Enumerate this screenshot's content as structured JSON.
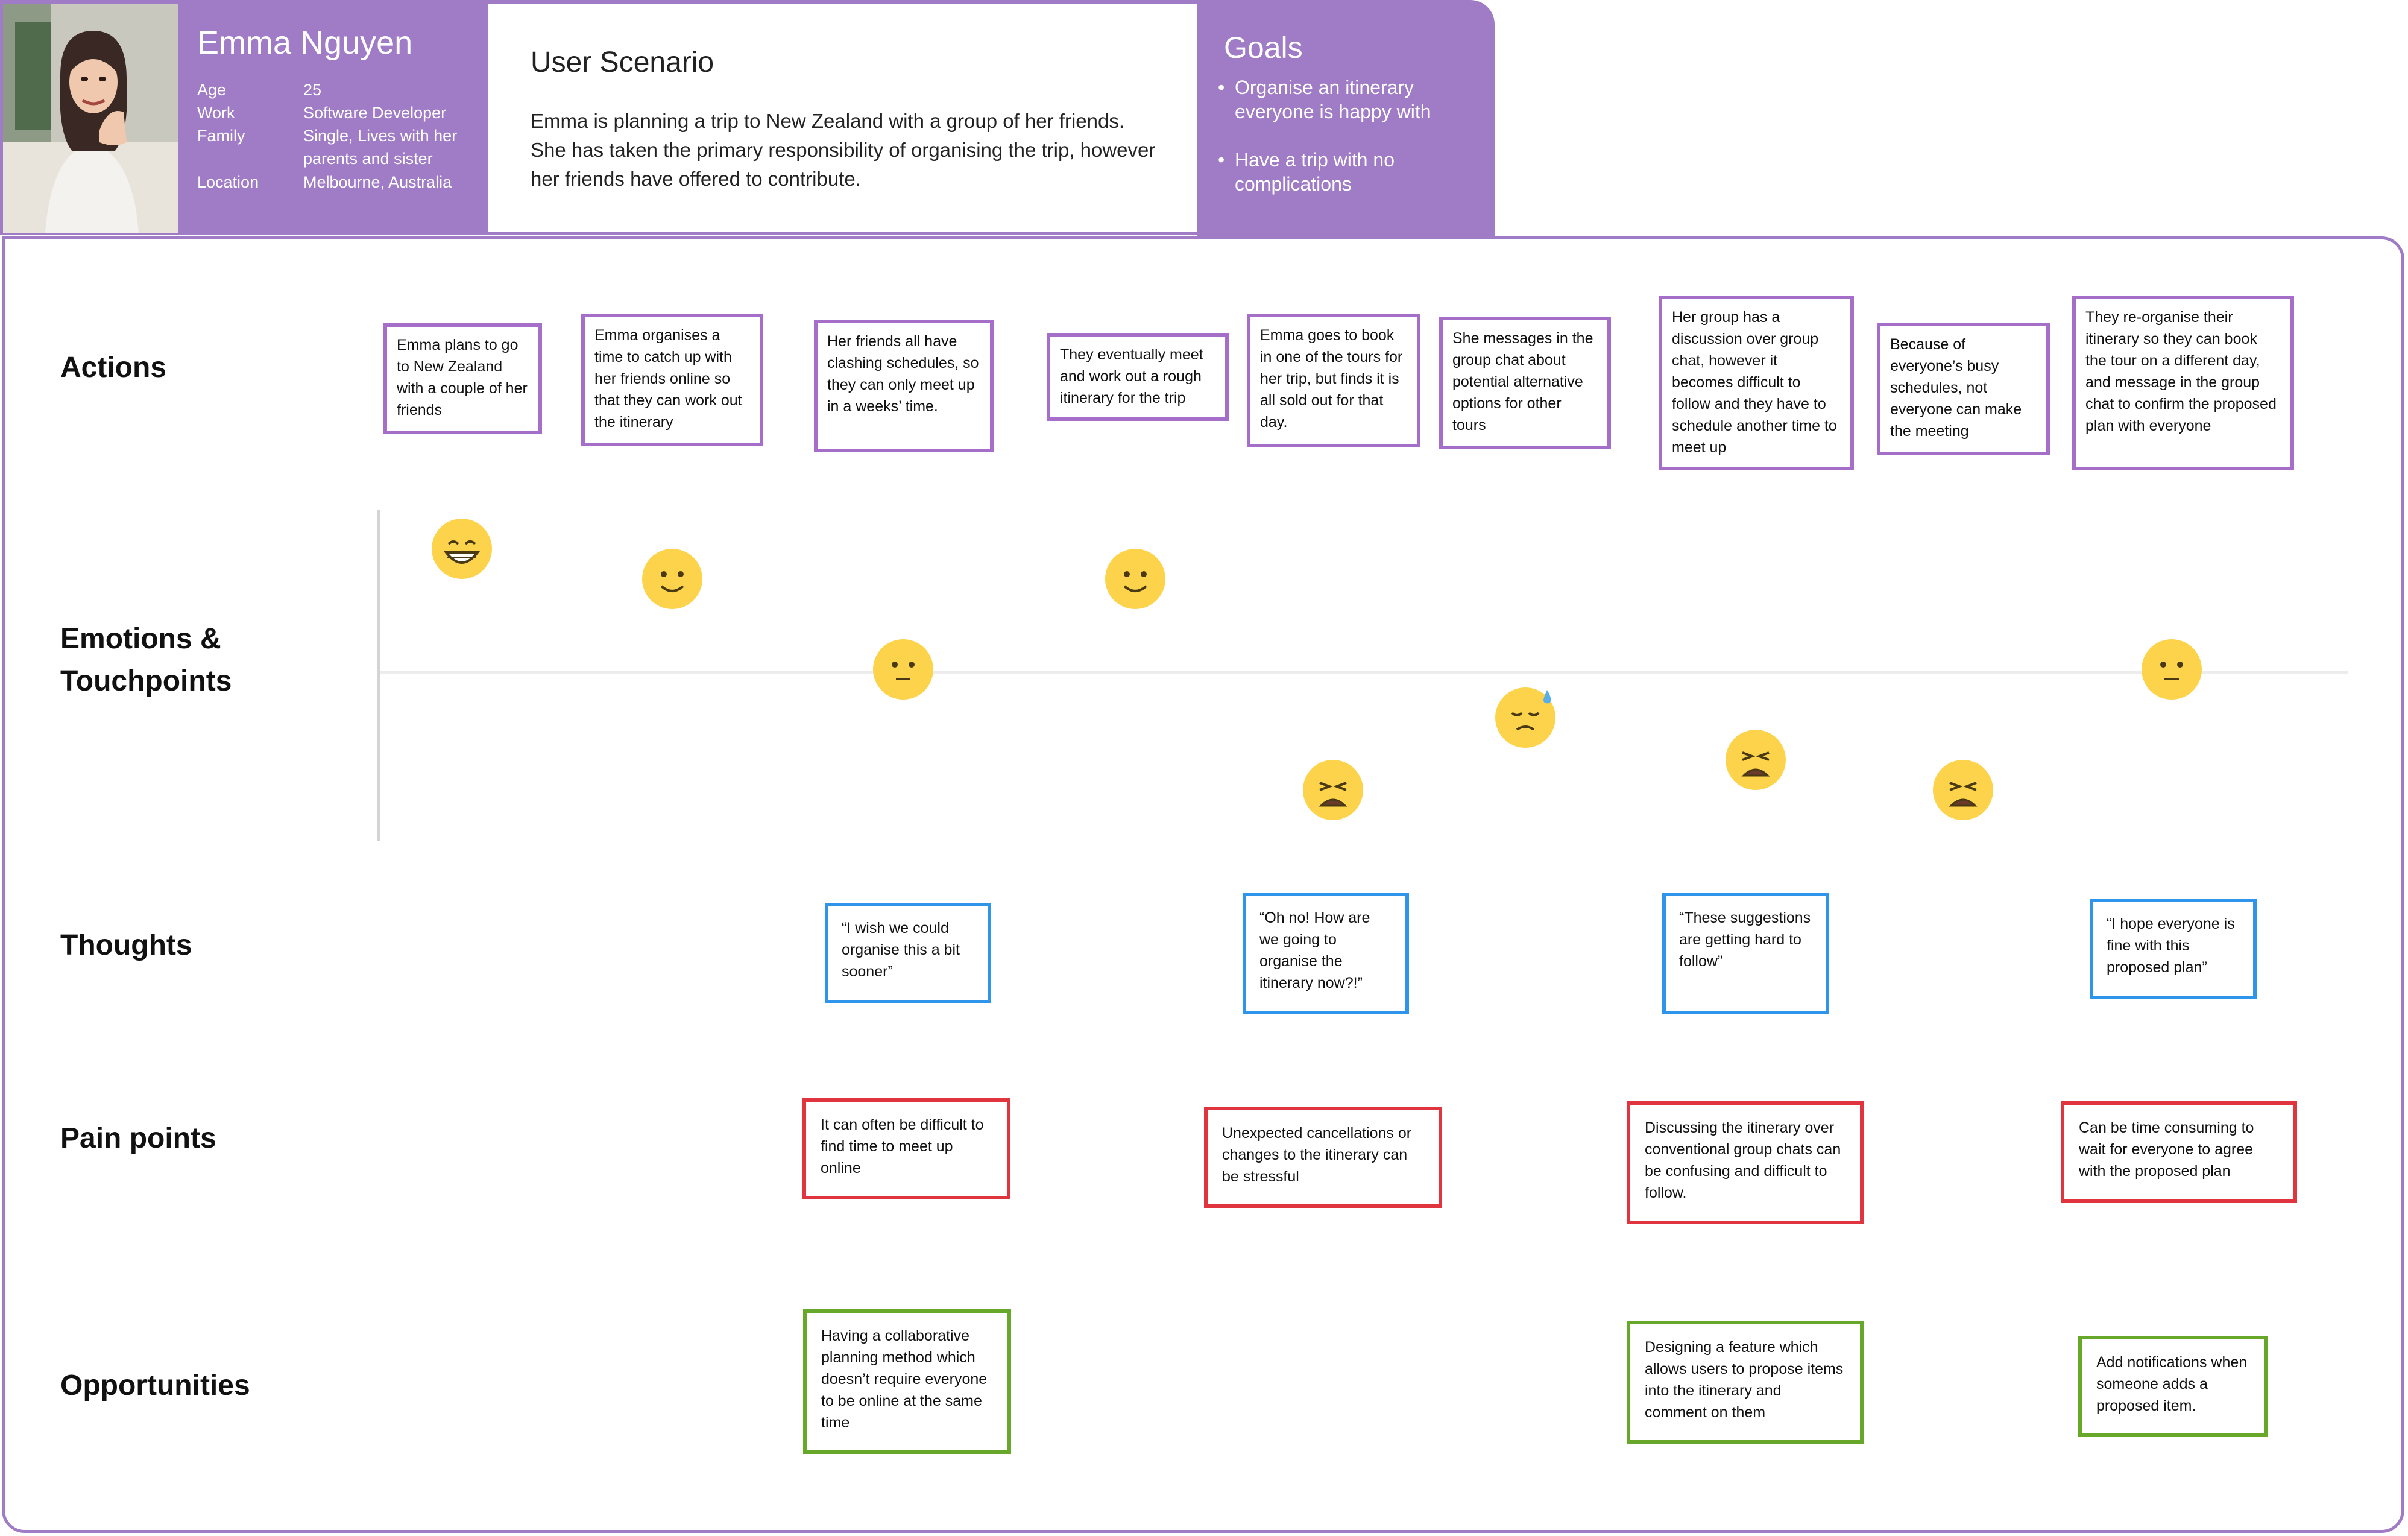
{
  "persona": {
    "name": "Emma Nguyen",
    "details": [
      {
        "key": "Age",
        "value": "25"
      },
      {
        "key": "Work",
        "value": "Software Developer"
      },
      {
        "key": "Family",
        "value": "Single, Lives with her parents and sister"
      },
      {
        "key": "Location",
        "value": "Melbourne, Australia"
      }
    ]
  },
  "scenario": {
    "title": "User Scenario",
    "text": "Emma is planning a trip to New Zealand with a group of her friends. She has taken the primary responsibility of organising the trip, however her friends have offered to contribute."
  },
  "goals": {
    "title": "Goals",
    "items": [
      "Organise an itinerary everyone is happy with",
      "Have a trip with no complications"
    ]
  },
  "rows": {
    "actions": "Actions",
    "emotions": "Emotions & Touchpoints",
    "thoughts": "Thoughts",
    "pain_points": "Pain points",
    "opportunities": "Opportunities"
  },
  "actions": [
    "Emma plans to go to New Zealand with a couple of her friends",
    "Emma organises a time to catch up with her friends online so that they can work out the itinerary",
    "Her friends all have clashing schedules, so they can only meet up in a weeks’ time.",
    "They eventually meet and work out a rough itinerary for the trip",
    "Emma goes to book in one of the tours for her trip, but finds it is all sold out for that day.",
    "She messages in the group chat about potential alternative options for other tours",
    "Her group has a discussion over group chat, however it becomes difficult to follow and they have to schedule another time to meet up",
    "Because of everyone’s busy schedules, not everyone can make the meeting",
    "They re-organise their itinerary so they can book the tour on a different day, and message in the group chat to confirm the proposed plan with everyone"
  ],
  "emotions": [
    {
      "icon": "grinning-face-icon",
      "level": 2
    },
    {
      "icon": "smiling-face-icon",
      "level": 1.5
    },
    {
      "icon": "neutral-face-icon",
      "level": 0
    },
    {
      "icon": "smiling-face-icon",
      "level": 1.5
    },
    {
      "icon": "tired-face-icon",
      "level": -2
    },
    {
      "icon": "anxious-sweat-face-icon",
      "level": -0.8
    },
    {
      "icon": "tired-face-icon",
      "level": -1.5
    },
    {
      "icon": "tired-face-icon",
      "level": -2
    },
    {
      "icon": "neutral-face-icon",
      "level": 0
    }
  ],
  "thoughts": [
    "“I wish we could organise this a bit sooner”",
    "“Oh no! How are we going to organise the itinerary now?!”",
    "“These suggestions are getting hard to follow”",
    "“I hope everyone is fine with this proposed plan”"
  ],
  "pain_points": [
    "It can often be difficult to find time to meet up online",
    "Unexpected cancellations or changes to the itinerary can be stressful",
    "Discussing the itinerary over conventional group chats can be confusing and difficult to follow.",
    "Can be time consuming to wait for everyone to agree with the proposed plan"
  ],
  "opportunities": [
    "Having a collaborative planning method which doesn’t require everyone to be online at the same time",
    "Designing a feature which allows users to propose items into the itinerary and comment on them",
    "Add notifications when someone adds a proposed item."
  ],
  "colors": {
    "accent_purple": "#a07bc6",
    "action_border": "#a56fc9",
    "thought_border": "#2f95ea",
    "pain_border": "#e0353e",
    "opportunity_border": "#67a82b",
    "emoji_yellow": "#fcd34a"
  }
}
